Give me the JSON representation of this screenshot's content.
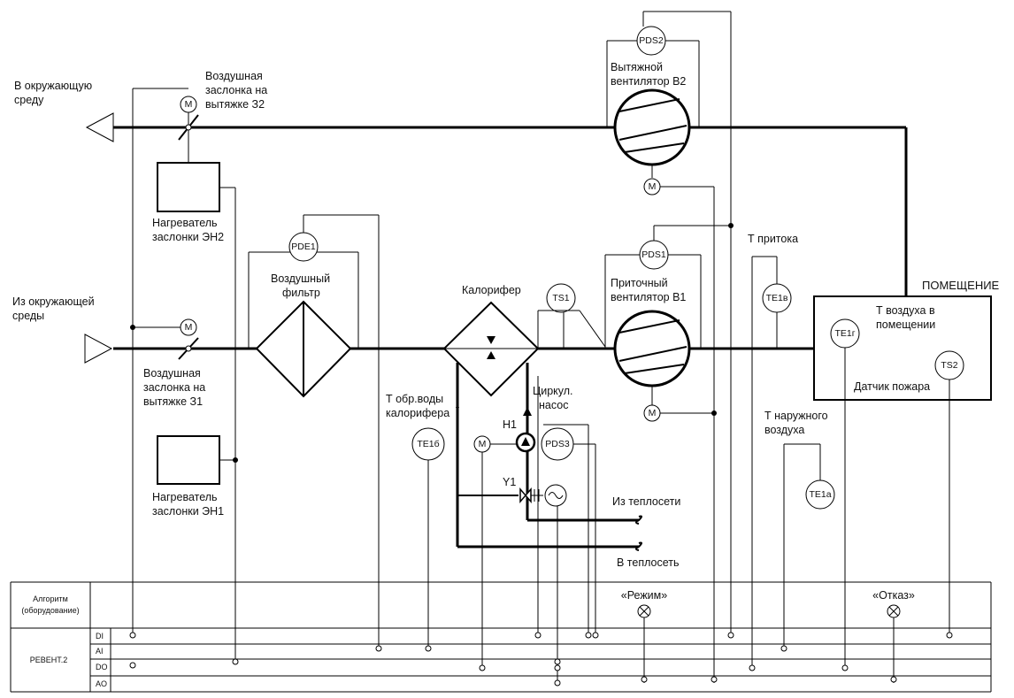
{
  "labels": {
    "outlet_env": [
      "В окружающую",
      "среду"
    ],
    "inlet_env": [
      "Из окружающей",
      "среды"
    ],
    "damper_exhaust_2": [
      "Воздушная",
      "заслонка на",
      "вытяжке З2"
    ],
    "damper_exhaust_1": [
      "Воздушная",
      "заслонка на",
      "вытяжке З1"
    ],
    "heater_eh2": [
      "Нагреватель",
      "заслонки ЭН2"
    ],
    "heater_eh1": [
      "Нагреватель",
      "заслонки ЭН1"
    ],
    "air_filter": [
      "Воздушный",
      "фильтр"
    ],
    "calorifer": "Калорифер",
    "return_water": [
      "Т обр.воды",
      "калорифера"
    ],
    "circ_pump": [
      "Циркул.",
      "насос"
    ],
    "exhaust_fan": [
      "Вытяжной",
      "вентилятор В2"
    ],
    "supply_fan": [
      "Приточный",
      "вентилятор В1"
    ],
    "t_supply": "Т притока",
    "t_outdoor": [
      "Т наружного",
      "воздуха"
    ],
    "room_title": "ПОМЕЩЕНИЕ",
    "room_temp": [
      "Т воздуха в",
      "помещении"
    ],
    "fire_sensor": "Датчик пожара",
    "from_heat": "Из теплосети",
    "to_heat": "В теплосеть",
    "pump_tag": "Н1",
    "valve_tag": "Y1"
  },
  "tags": {
    "pds2": "PDS2",
    "pds1": "PDS1",
    "pds3": "PDS3",
    "pde1": "PDE1",
    "ts1": "TS1",
    "ts2": "TS2",
    "te1b": "TE1в",
    "te1g": "TE1г",
    "te1a": "TE1а",
    "te16": "TE1б",
    "motor": "M"
  },
  "table": {
    "algorithm_label": [
      "Алгоритм",
      "(оборудование)"
    ],
    "device": "PEВЕНТ.2",
    "rows": [
      "DI",
      "AI",
      "DO",
      "AO"
    ],
    "mode": "«Режим»",
    "failure": "«Отказ»"
  }
}
